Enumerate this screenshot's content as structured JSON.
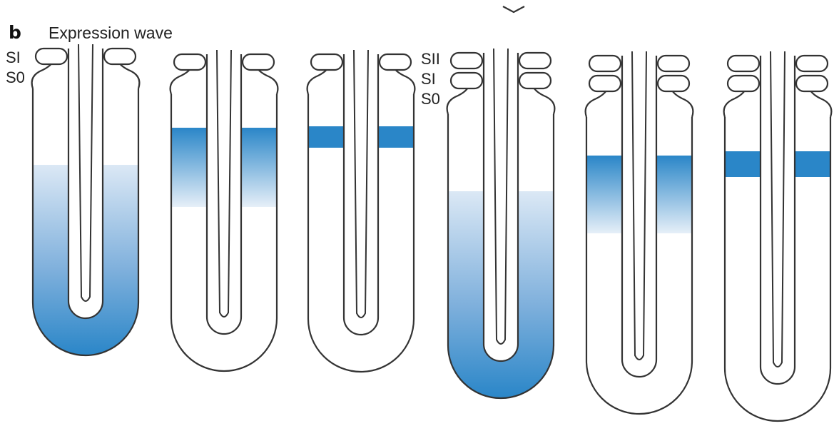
{
  "panel": {
    "letter": "b",
    "title": "Expression wave"
  },
  "colors": {
    "expression": "#2a86c8",
    "expression_light": "#dbe8f5",
    "outline": "#333333"
  },
  "stages": [
    {
      "group": 1,
      "labels": [
        "SI",
        "S0"
      ],
      "pattern": "gradient",
      "extent": "from bottom to lower shaft"
    },
    {
      "group": 1,
      "labels": [],
      "pattern": "gradient",
      "extent": "upper shaft"
    },
    {
      "group": 1,
      "labels": [],
      "pattern": "band",
      "extent": "top of shaft"
    },
    {
      "group": 2,
      "labels": [
        "SII",
        "SI",
        "S0"
      ],
      "pattern": "gradient",
      "extent": "from bottom to lower shaft"
    },
    {
      "group": 2,
      "labels": [],
      "pattern": "gradient",
      "extent": "upper shaft"
    },
    {
      "group": 2,
      "labels": [],
      "pattern": "band",
      "extent": "top of shaft"
    }
  ]
}
